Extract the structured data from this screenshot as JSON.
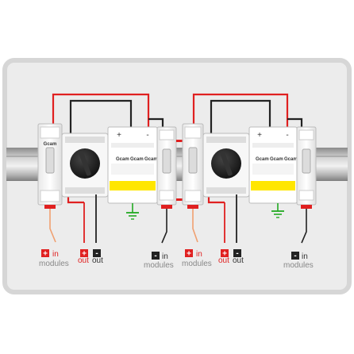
{
  "labels": {
    "plus_in": "in",
    "plus_in_sub": "modules",
    "plus_out": "out",
    "minus_out": "out",
    "minus_in": "in",
    "minus_in_sub": "modules"
  },
  "symbols": {
    "plus": "+",
    "minus": "-"
  },
  "brand": "Gcam",
  "spd_poles": [
    "+",
    "-"
  ],
  "colors": {
    "red": "#e02020",
    "black": "#222222",
    "grey": "#aaaaaa",
    "orange": "#f0a070",
    "earth": "#22aa22",
    "yellow": "#ffe600",
    "panel_bg": "#ececec",
    "panel_border": "#d6d6d6"
  },
  "icons": [
    "rotary-isolator-knob-icon",
    "earth-ground-icon",
    "plus-square-icon",
    "minus-square-icon"
  ]
}
